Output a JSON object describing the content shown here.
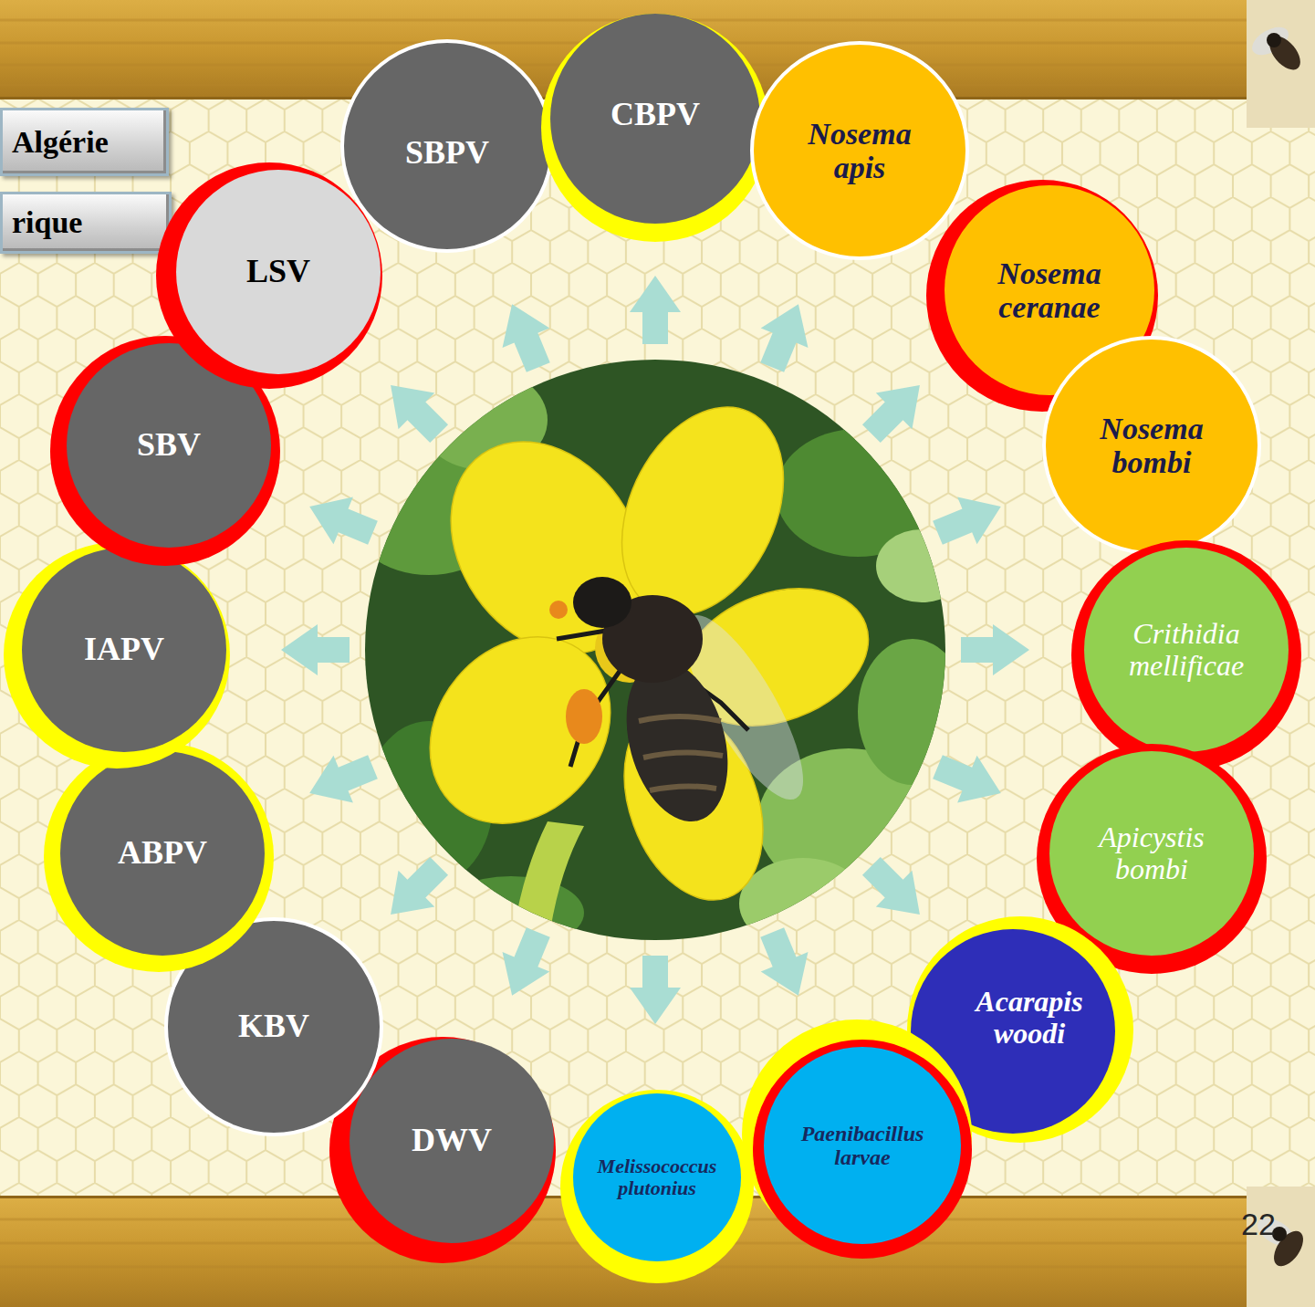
{
  "diagram": {
    "nodes": [
      {
        "text": [
          "Algérie"
        ]
      },
      {
        "text": [
          "rique"
        ]
      },
      {
        "text": [
          "SBPV"
        ]
      },
      {
        "text": [
          "CBPV"
        ]
      },
      {
        "text": [
          "Nosema apis"
        ]
      },
      {
        "text": [
          "Nosema ceranae"
        ]
      },
      {
        "text": [
          "Nosema bombi"
        ]
      },
      {
        "text": [
          "Crithidia mellificae"
        ]
      },
      {
        "text": [
          "Apicystis bombi"
        ]
      },
      {
        "text": [
          "Acarapis woodi"
        ]
      },
      {
        "text": [
          "Paenibacillus larvae"
        ]
      },
      {
        "text": [
          "Melissococcus plutonius"
        ]
      },
      {
        "text": [
          "DWV"
        ]
      },
      {
        "text": [
          "KBV"
        ]
      },
      {
        "text": [
          "ABPV"
        ]
      },
      {
        "text": [
          "IAPV"
        ]
      },
      {
        "text": [
          "SBV"
        ]
      },
      {
        "text": [
          "LSV"
        ]
      }
    ],
    "labels": [
      "22"
    ]
  }
}
